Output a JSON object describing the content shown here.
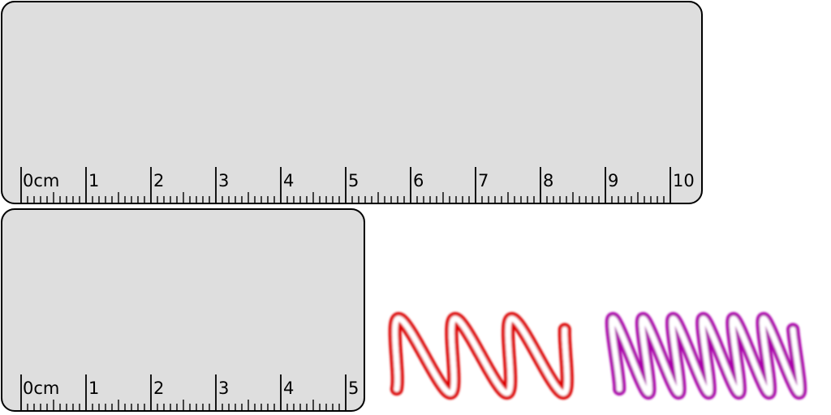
{
  "rulers": [
    {
      "id": "ruler-10cm",
      "unit_label": "0cm",
      "labels": [
        "1",
        "2",
        "3",
        "4",
        "5",
        "6",
        "7",
        "8",
        "9",
        "10"
      ],
      "length_cm": 10
    },
    {
      "id": "ruler-5cm",
      "unit_label": "0cm",
      "labels": [
        "1",
        "2",
        "3",
        "4",
        "5"
      ],
      "length_cm": 5
    }
  ],
  "springs": [
    {
      "id": "red-spring",
      "color": "#dd0000",
      "cycles": 3
    },
    {
      "id": "purple-spring",
      "color": "#aa00aa",
      "cycles": 6
    }
  ],
  "colors": {
    "ruler_fill": "#dedede",
    "ruler_border": "#000000"
  }
}
